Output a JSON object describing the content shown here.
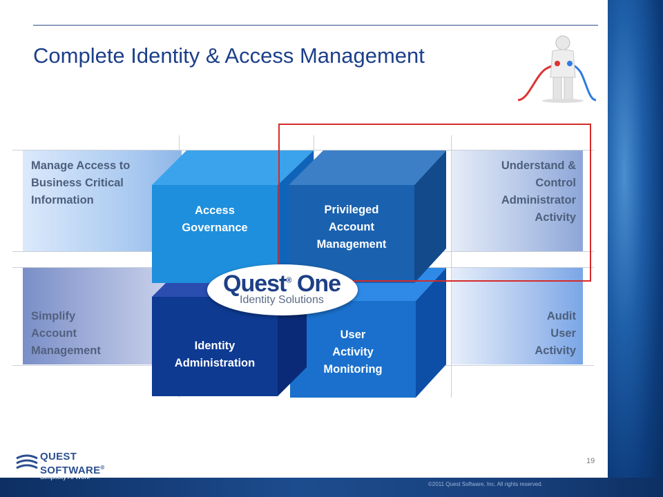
{
  "slide": {
    "title": "Complete Identity & Access Management",
    "page_number": "19",
    "copyright": "©2011 Quest Software, Inc. All rights reserved."
  },
  "quadrants": {
    "top_left": "Manage Access to\nBusiness Critical\nInformation",
    "bottom_left": "Simplify\nAccount\nManagement",
    "top_right": "Understand &\nControl\nAdministrator\nActivity",
    "bottom_right": "Audit\nUser\nActivity"
  },
  "cubes": {
    "access_governance": "Access\nGovernance",
    "privileged_account_management": "Privileged\nAccount\nManagement",
    "identity_administration": "Identity\nAdministration",
    "user_activity_monitoring": "User\nActivity\nMonitoring"
  },
  "product_logo": {
    "name": "Quest",
    "name_suffix": "One",
    "registered": "®",
    "subtitle": "Identity Solutions"
  },
  "company_logo": {
    "line1": "QUEST",
    "line2": "SOFTWARE",
    "registered": "®",
    "tagline": "Simplicity At Work™"
  },
  "colors": {
    "title": "#1c3f8a",
    "highlight": "#d42a2a",
    "cube_light": "#1e8fdc",
    "cube_mid": "#1a62b0",
    "cube_dark": "#0e3a92",
    "cube_bright": "#1a70cc"
  }
}
